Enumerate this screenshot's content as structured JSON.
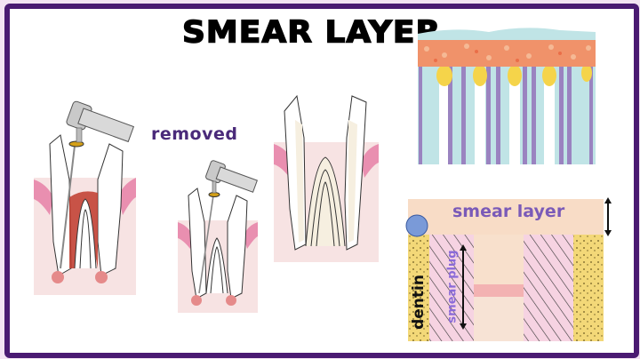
{
  "slide": {
    "title": "SMEAR LAYER",
    "border_color": "#4a1a72",
    "background": "#ffffff"
  },
  "illustrations": {
    "tooth_1": {
      "label": "",
      "description": "molar with handpiece and file, inflamed red pulp"
    },
    "arrow_text": "removed",
    "tooth_2": {
      "label": "",
      "description": "molar with handpiece and file, pulp cleaned"
    },
    "tooth_3": {
      "label": "",
      "description": "cleaned and shaped molar"
    },
    "tubules_diagram": {
      "description": "dentinal tubules covered by smear layer"
    },
    "smear_diagram": {
      "smear_layer_label": "smear layer",
      "dentin_label": "dentin",
      "smear_plug_label": "smear plug"
    }
  },
  "colors": {
    "gum_pink": "#f6dfe0",
    "gum_dark_pink": "#e77fa6",
    "pulp_red": "#c0392b",
    "tubule_blue": "#bfe3e6",
    "tubule_purple": "#9a83c0",
    "smear_orange": "#f08c5a",
    "smear_yellow": "#f5d44a",
    "dentin_yellow": "#f3d878",
    "label_purple": "#7a5ab8"
  }
}
